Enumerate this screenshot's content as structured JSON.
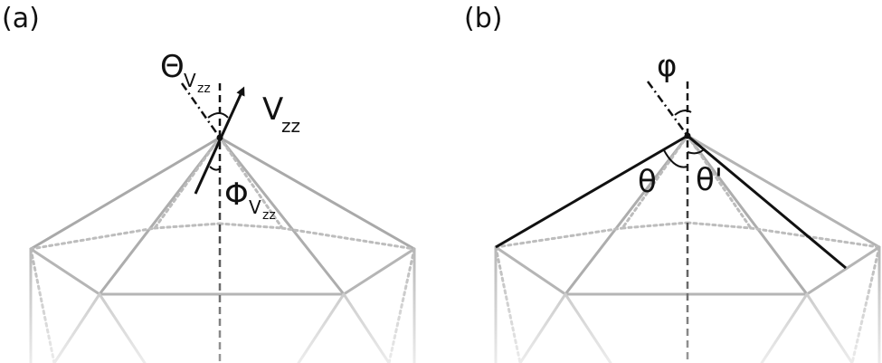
{
  "panel_a": {
    "label": "(a)",
    "theta_symbol": "Θ",
    "theta_sub_v": "V",
    "theta_sub_zz": "zz",
    "vector_label_v": "V",
    "vector_label_zz": "zz",
    "phi_symbol": "Φ",
    "phi_sub_v": "V",
    "phi_sub_zz": "zz"
  },
  "panel_b": {
    "label": "(b)",
    "phi_symbol": "φ",
    "theta_label": "θ",
    "theta_prime_label": "θ'"
  }
}
